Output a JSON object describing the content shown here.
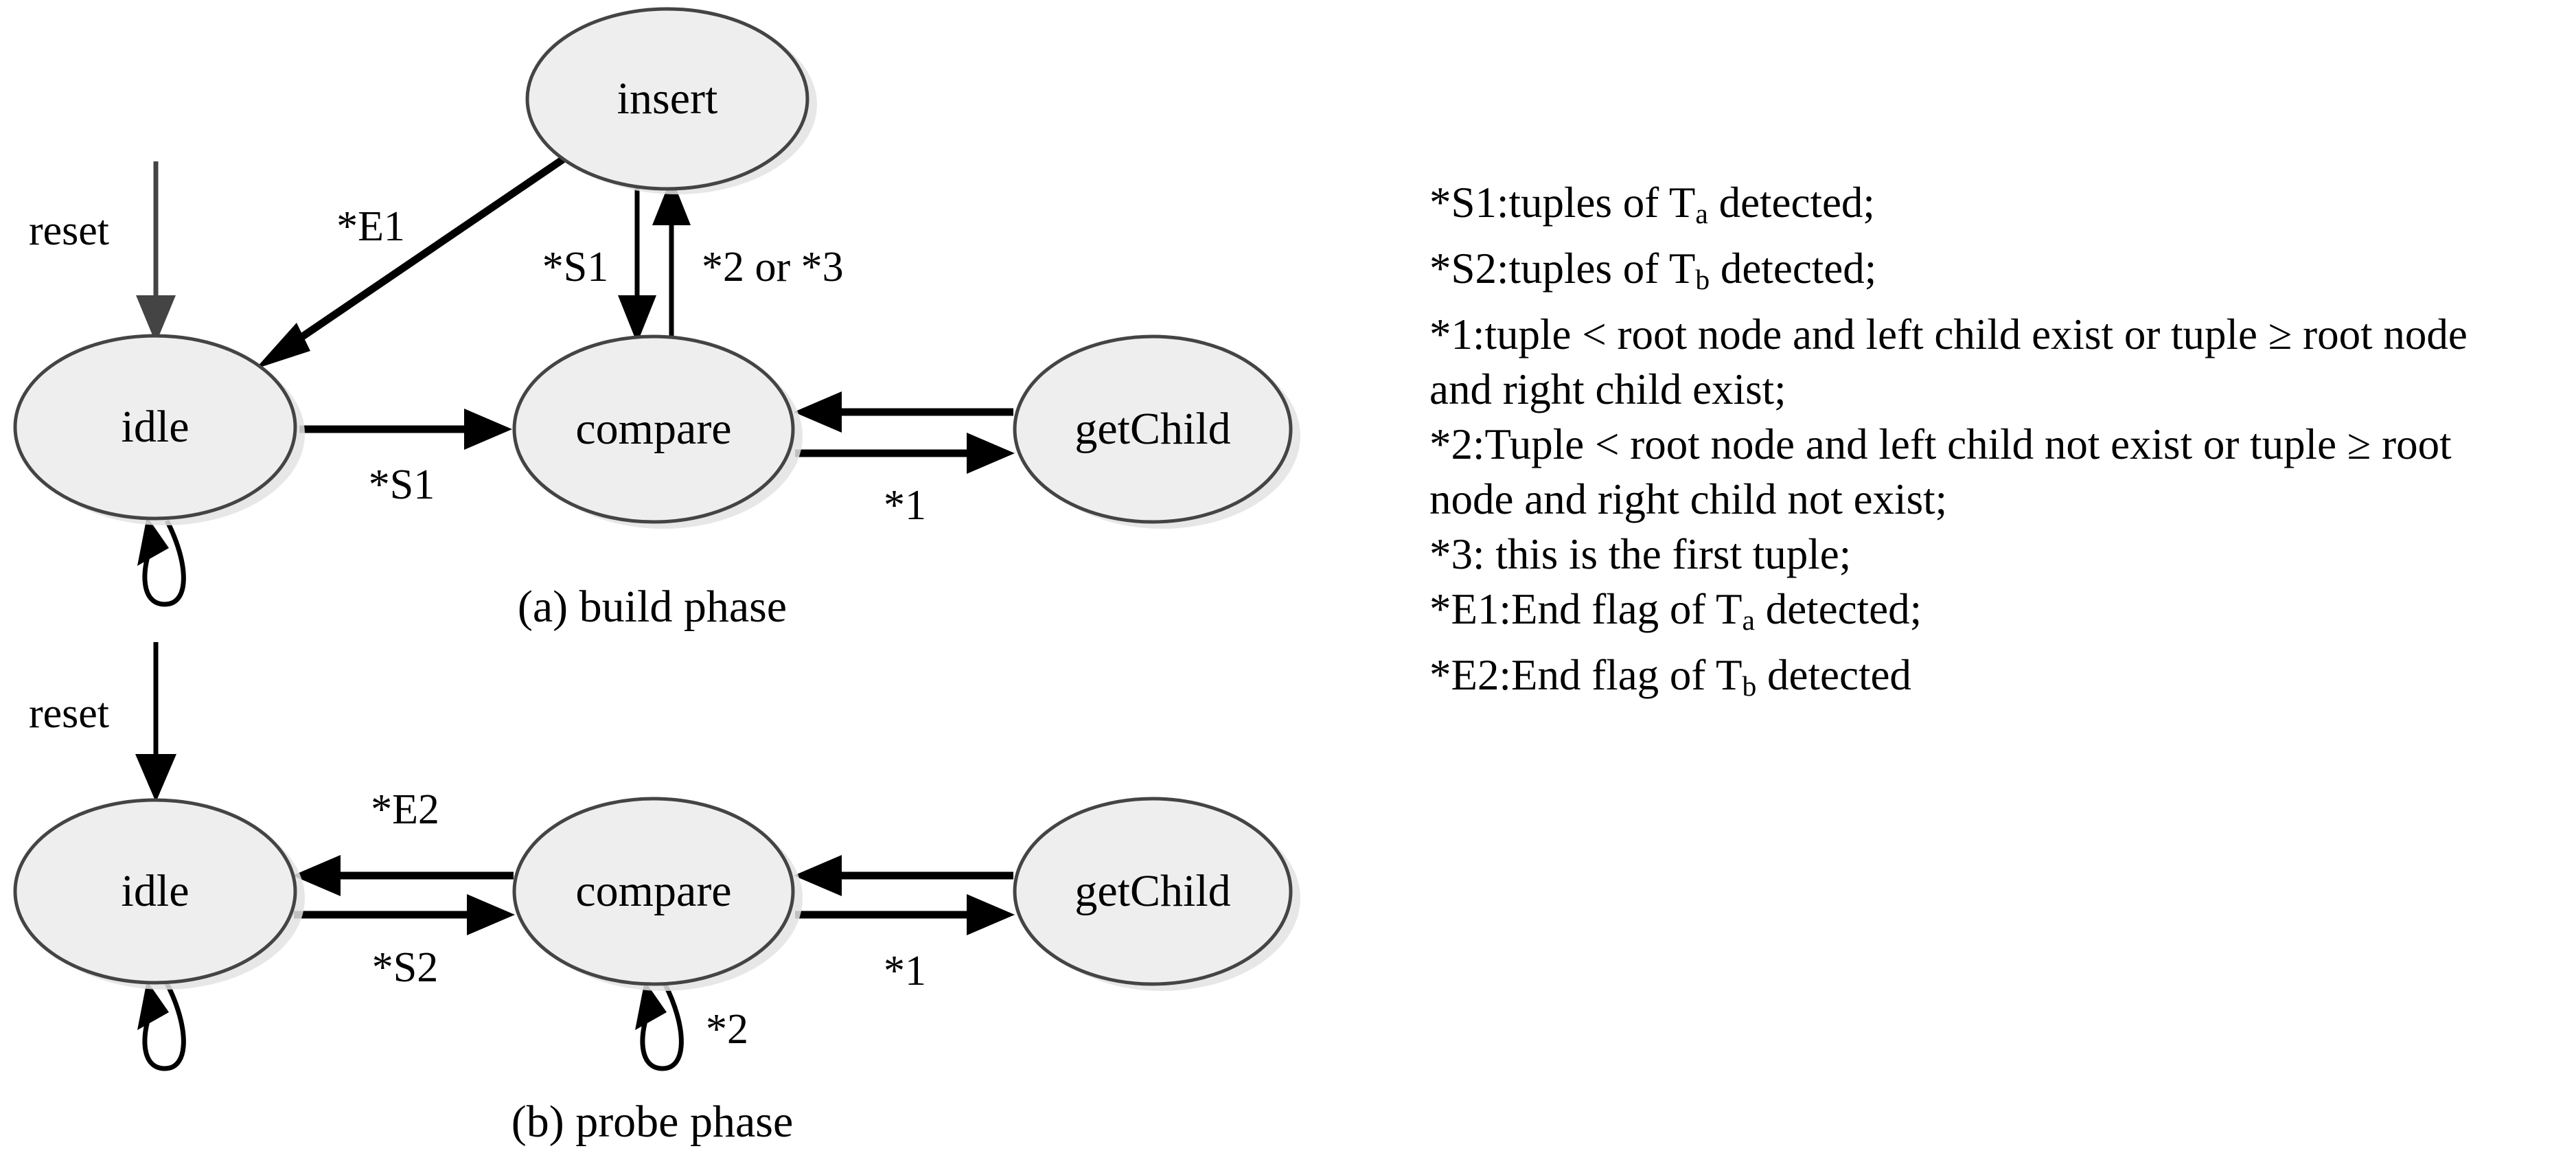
{
  "figure": {
    "type": "state-transition-diagram",
    "panels": [
      {
        "id": "build",
        "caption": "(a) build phase",
        "states": [
          {
            "id": "idle",
            "label": "idle"
          },
          {
            "id": "compare",
            "label": "compare"
          },
          {
            "id": "getChild",
            "label": "getChild"
          },
          {
            "id": "insert",
            "label": "insert"
          }
        ],
        "transitions": [
          {
            "from": "",
            "to": "idle",
            "label": "reset"
          },
          {
            "from": "insert",
            "to": "idle",
            "label": "*E1"
          },
          {
            "from": "idle",
            "to": "compare",
            "label": "*S1"
          },
          {
            "from": "insert",
            "to": "compare",
            "label": "*S1"
          },
          {
            "from": "compare",
            "to": "insert",
            "label": "*2 or *3"
          },
          {
            "from": "compare",
            "to": "getChild",
            "label": "*1"
          },
          {
            "from": "getChild",
            "to": "compare",
            "label": ""
          },
          {
            "from": "idle",
            "to": "idle",
            "label": ""
          }
        ]
      },
      {
        "id": "probe",
        "caption": "(b) probe phase",
        "states": [
          {
            "id": "idle",
            "label": "idle"
          },
          {
            "id": "compare",
            "label": "compare"
          },
          {
            "id": "getChild",
            "label": "getChild"
          }
        ],
        "transitions": [
          {
            "from": "",
            "to": "idle",
            "label": "reset"
          },
          {
            "from": "compare",
            "to": "idle",
            "label": "*E2"
          },
          {
            "from": "idle",
            "to": "compare",
            "label": "*S2"
          },
          {
            "from": "compare",
            "to": "getChild",
            "label": "*1"
          },
          {
            "from": "getChild",
            "to": "compare",
            "label": ""
          },
          {
            "from": "idle",
            "to": "idle",
            "label": ""
          },
          {
            "from": "compare",
            "to": "compare",
            "label": "*2"
          }
        ]
      }
    ],
    "labels": {
      "reset_a": "reset",
      "reset_b": "reset",
      "e1": "*E1",
      "s1_insert_to_compare": "*S1",
      "two_or_three": "*2 or *3",
      "s1_idle_to_compare": "*S1",
      "one_a": "*1",
      "e2": "*E2",
      "s2": "*S2",
      "one_b": "*1",
      "two_b": "*2"
    },
    "state_labels": {
      "insert": "insert",
      "idle_a": "idle",
      "compare_a": "compare",
      "getchild_a": "getChild",
      "idle_b": "idle",
      "compare_b": "compare",
      "getchild_b": "getChild"
    },
    "captions": {
      "a": "(a) build phase",
      "b": "(b) probe phase"
    },
    "colors": {
      "state_fill": "#eeeeee",
      "state_stroke": "#444444",
      "edge": "#000000",
      "reset_a_edge": "#444444",
      "shadow": "#e3e3e3",
      "background": "#ffffff"
    }
  },
  "legend": {
    "lines": [
      {
        "id": "S1",
        "parts": [
          {
            "t": "*S1:tuples of T"
          },
          {
            "sub": "a"
          },
          {
            "t": " detected;"
          }
        ]
      },
      {
        "id": "S2",
        "parts": [
          {
            "t": "*S2:tuples of T"
          },
          {
            "sub": "b"
          },
          {
            "t": " detected;"
          }
        ]
      },
      {
        "id": "1",
        "parts": [
          {
            "t": "*1:tuple < root node and left child exist or tuple ≥ root node and right child exist;"
          }
        ]
      },
      {
        "id": "2",
        "parts": [
          {
            "t": "*2:Tuple < root node and left child not exist or tuple ≥ root node and right child not exist;"
          }
        ]
      },
      {
        "id": "3",
        "parts": [
          {
            "t": "*3: this is the first tuple;"
          }
        ]
      },
      {
        "id": "E1",
        "parts": [
          {
            "t": "*E1:End flag of T"
          },
          {
            "sub": "a"
          },
          {
            "t": " detected;"
          }
        ]
      },
      {
        "id": "E2",
        "parts": [
          {
            "t": "*E2:End flag of T"
          },
          {
            "sub": "b"
          },
          {
            "t": " detected"
          }
        ]
      }
    ]
  }
}
